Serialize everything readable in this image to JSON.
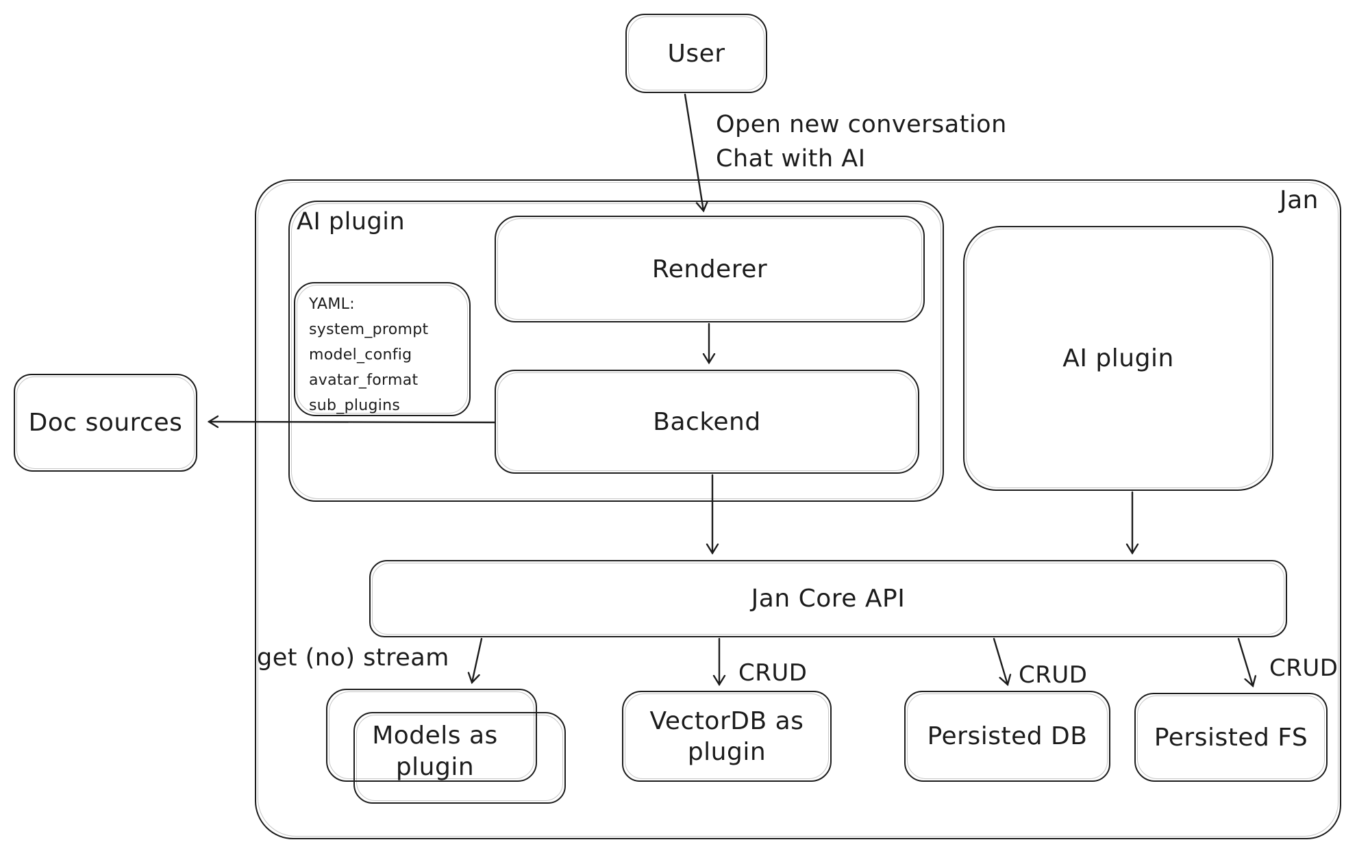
{
  "outer_label": "Jan",
  "nodes": {
    "user": "User",
    "left_plugin_label": "AI plugin",
    "renderer": "Renderer",
    "backend": "Backend",
    "doc_sources": "Doc sources",
    "right_plugin": "AI plugin",
    "core_api": "Jan Core API",
    "models_plugin": "Models as plugin",
    "vectordb_plugin": "VectorDB as plugin",
    "persisted_db": "Persisted DB",
    "persisted_fs": "Persisted FS"
  },
  "note": {
    "title": "YAML:",
    "items": [
      "system_prompt",
      "model_config",
      "avatar_format",
      "sub_plugins"
    ]
  },
  "edges": [
    {
      "from": "User",
      "to": "Renderer",
      "label_line1": "Open new conversation",
      "label_line2": "Chat with AI"
    },
    {
      "from": "Renderer",
      "to": "Backend",
      "label": ""
    },
    {
      "from": "Backend",
      "to": "Doc sources",
      "label": ""
    },
    {
      "from": "Backend",
      "to": "Jan Core API",
      "label": ""
    },
    {
      "from": "AI plugin",
      "to": "Jan Core API",
      "label": ""
    },
    {
      "from": "Jan Core API",
      "to": "Models as plugin",
      "label": "get (no) stream"
    },
    {
      "from": "Jan Core API",
      "to": "VectorDB as plugin",
      "label": "CRUD"
    },
    {
      "from": "Jan Core API",
      "to": "Persisted DB",
      "label": "CRUD"
    },
    {
      "from": "Jan Core API",
      "to": "Persisted FS",
      "label": "CRUD"
    }
  ],
  "colors": {
    "stroke": "#1b1b1b",
    "background": "#ffffff"
  }
}
